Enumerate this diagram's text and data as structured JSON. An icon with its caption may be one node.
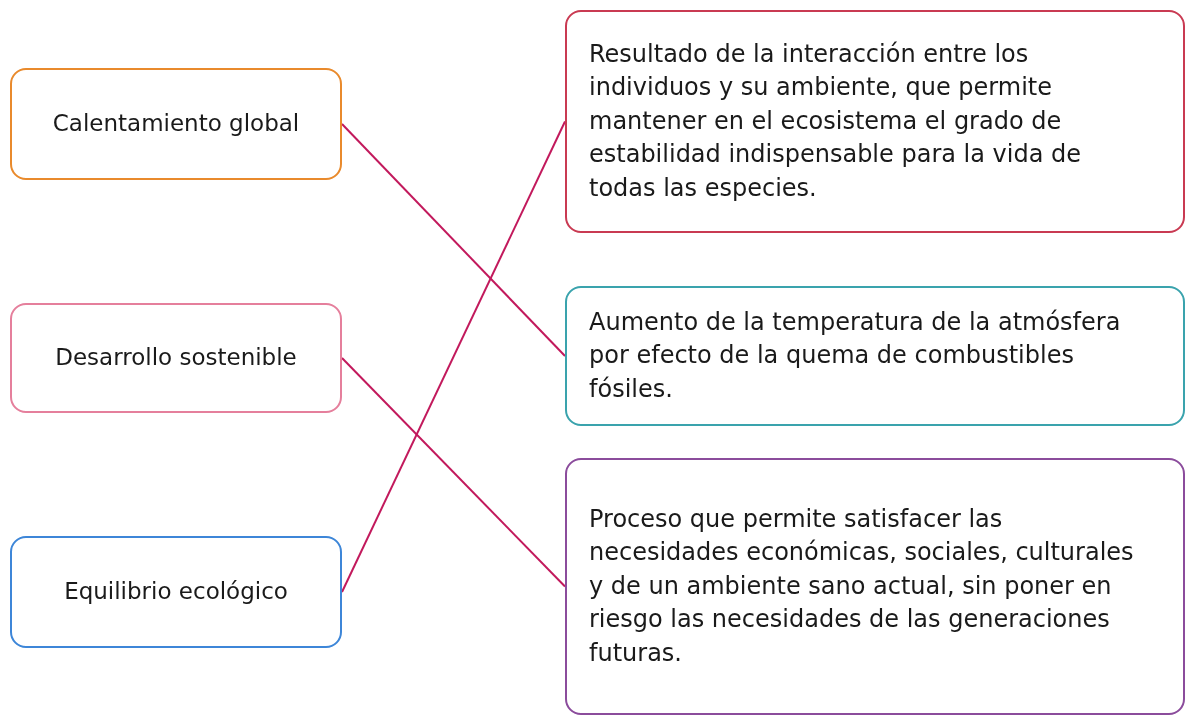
{
  "diagram": {
    "nodes": [
      {
        "text": [
          "Calentamiento global"
        ]
      },
      {
        "text": [
          "Desarrollo sostenible"
        ]
      },
      {
        "text": [
          "Equilibrio ecológico"
        ]
      },
      {
        "text": [
          "Resultado de la interacción entre los individuos y su ambiente, que permite mantener en el ecosistema el grado de estabilidad indispensable para la vida de todas las especies."
        ]
      },
      {
        "text": [
          "Aumento de la temperatura de la atmósfera por efecto de la quema de combustibles fósiles."
        ]
      },
      {
        "text": [
          "Proceso que permite satisfacer las necesidades económicas, sociales, culturales y de un ambiente sano actual, sin poner en riesgo las necesidades de las generaciones futuras."
        ]
      }
    ],
    "edges": [
      {
        "from": 0,
        "to": 4,
        "arrow": "none"
      },
      {
        "from": 1,
        "to": 5,
        "arrow": "none"
      },
      {
        "from": 2,
        "to": 3,
        "arrow": "none"
      }
    ]
  }
}
